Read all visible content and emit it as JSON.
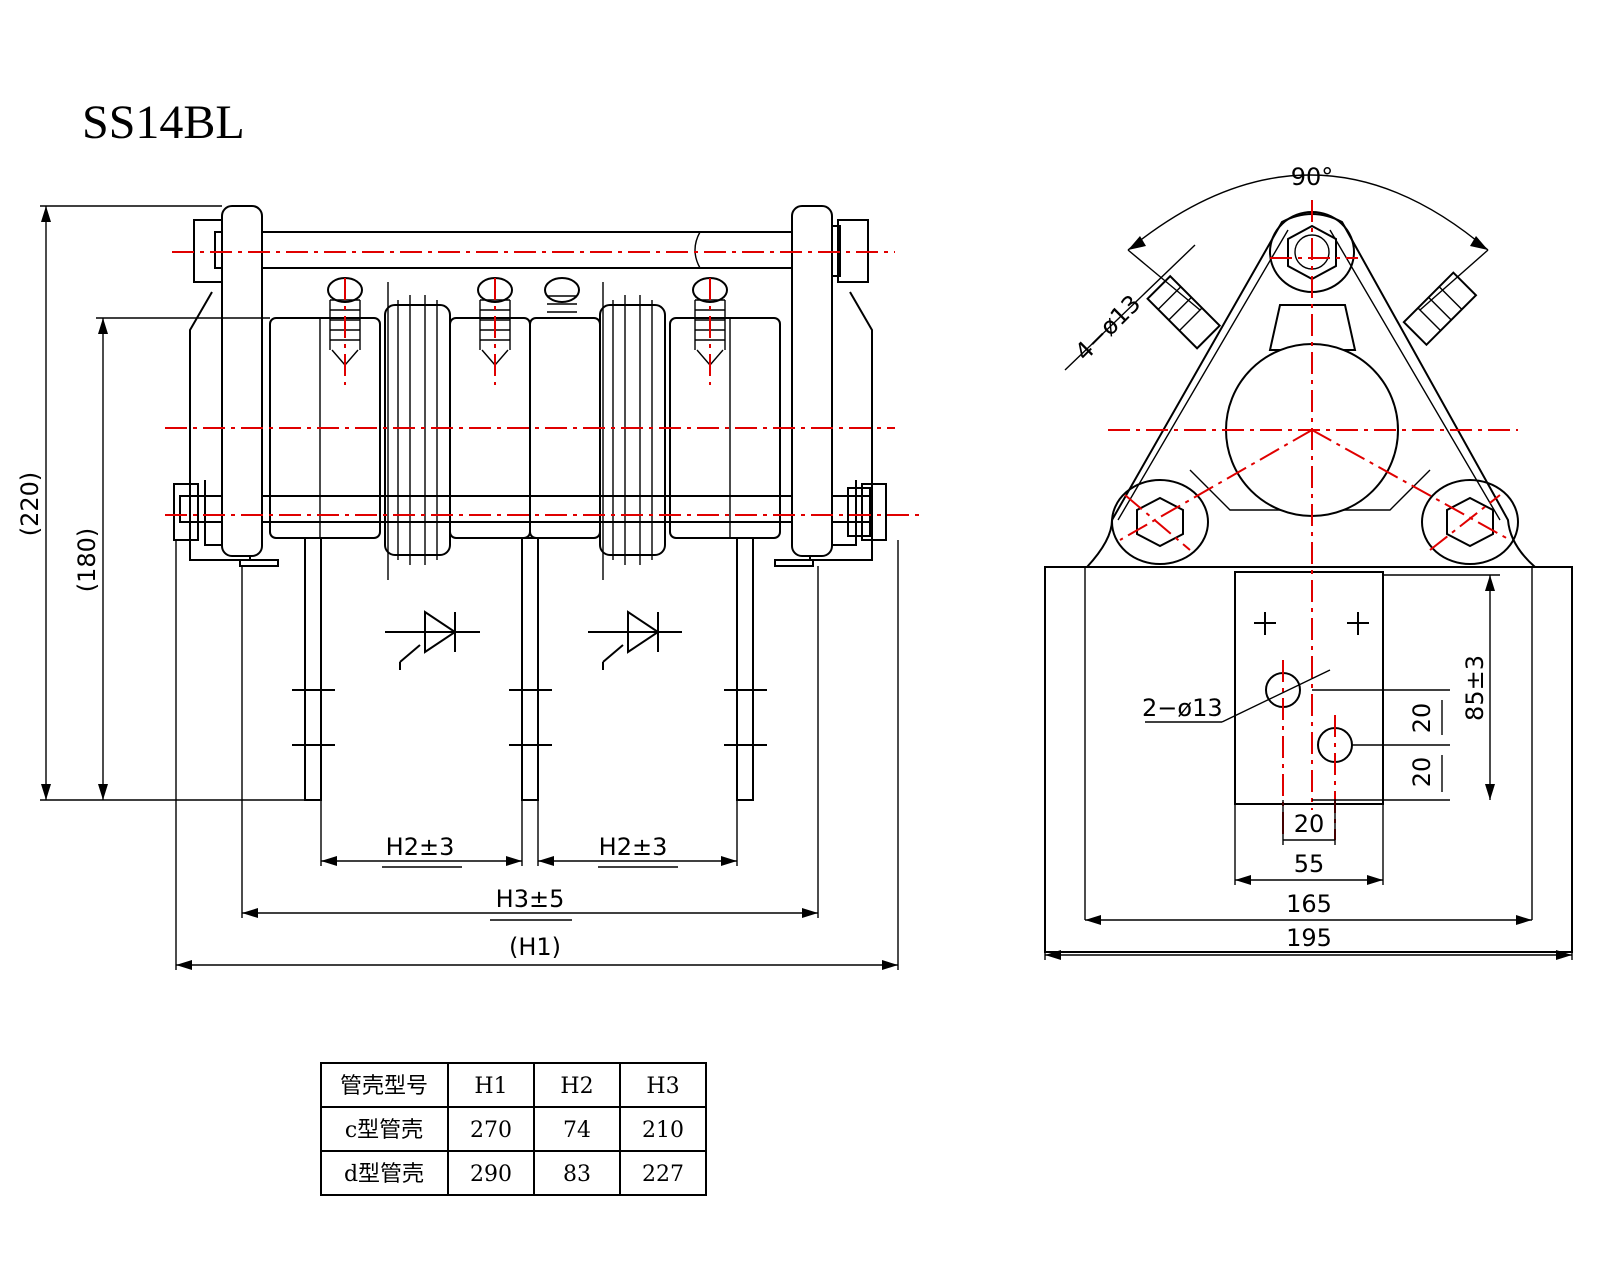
{
  "title": "SS14BL",
  "side_view": {
    "dim_220": "(220)",
    "dim_180": "(180)",
    "dim_h2_left": "H2±3",
    "dim_h2_right": "H2±3",
    "dim_h3": "H3±5",
    "dim_h1": "(H1)"
  },
  "end_view": {
    "angle": "90°",
    "holes_4": "4−ø13",
    "holes_2": "2−ø13",
    "dim_85": "85±3",
    "dim_20_a": "20",
    "dim_20_b": "20",
    "dim_20_c": "20",
    "dim_55": "55",
    "dim_165": "165",
    "dim_195": "195"
  },
  "table": {
    "headers": [
      "管壳型号",
      "H1",
      "H2",
      "H3"
    ],
    "rows": [
      [
        "c型管壳",
        "270",
        "74",
        "210"
      ],
      [
        "d型管壳",
        "290",
        "83",
        "227"
      ]
    ]
  }
}
